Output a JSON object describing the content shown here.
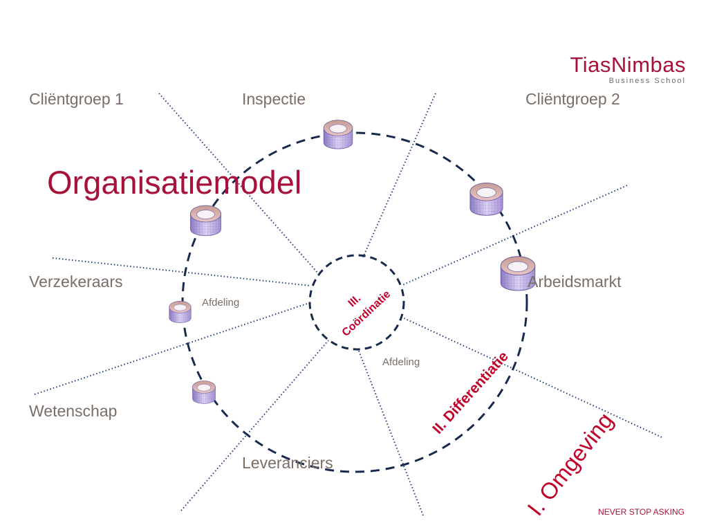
{
  "logo": {
    "name": "TiasNimbas",
    "subtitle": "Business School"
  },
  "title": "Organisatiemodel",
  "stakeholders": {
    "clientgroep1": "Cliëntgroep 1",
    "inspectie": "Inspectie",
    "clientgroep2": "Cliëntgroep 2",
    "verzekeraars": "Verzekeraars",
    "arbeidsmarkt": "Arbeidsmarkt",
    "wetenschap": "Wetenschap",
    "leveranciers": "Leveranciers"
  },
  "departments": {
    "afdeling_left": "Afdeling",
    "afdeling_center": "Afdeling"
  },
  "layers": {
    "coordinatie_line1": "III.",
    "coordinatie_line2": "Coördinatie",
    "differentiatie": "II. Differentiatie",
    "omgeving": "I. Omgeving"
  },
  "tagline": "NEVER STOP ASKING",
  "colors": {
    "brand_red": "#a8123a",
    "label_gray": "#7a6e66",
    "ring_navy": "#17294d",
    "spoke_blue": "#1f3d7a",
    "torus_fill": "#b7a6dd"
  },
  "icons": [
    "torus-icon"
  ]
}
